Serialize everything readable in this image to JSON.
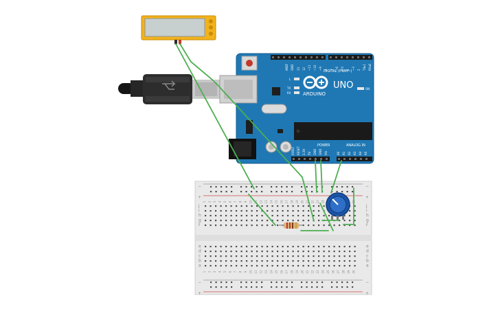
{
  "board": {
    "brand": "ARDUINO",
    "model": "UNO",
    "digital_label": "DIGITAL (PWM~)",
    "power_label": "POWER",
    "analog_label": "ANALOG IN",
    "on_label": "ON",
    "l_label": "L",
    "tx_label": "TX",
    "rx_label": "RX",
    "aref_label": "AREF",
    "gnd_label": "GND",
    "digital_pins": [
      "13",
      "12",
      "~11",
      "~10",
      "~9",
      "8",
      "7",
      "~6",
      "~5",
      "4",
      "~3",
      "2",
      "TX▸1",
      "RX◂0"
    ],
    "power_pins": [
      "IOREF",
      "RESET",
      "3.3V",
      "5V",
      "GND",
      "GND",
      "Vin"
    ],
    "analog_pins": [
      "A0",
      "A1",
      "A2",
      "A3",
      "A4",
      "A5"
    ]
  },
  "breadboard": {
    "rail_minus": "−",
    "rail_plus": "+",
    "rows_top": [
      "j",
      "i",
      "h",
      "g",
      "f"
    ],
    "rows_bottom": [
      "e",
      "d",
      "c",
      "b",
      "a"
    ],
    "column_numbers": [
      "1",
      "2",
      "3",
      "4",
      "5",
      "6",
      "7",
      "8",
      "9",
      "10",
      "11",
      "12",
      "13",
      "14",
      "15",
      "16",
      "17",
      "18",
      "19",
      "20",
      "21",
      "22",
      "23",
      "24",
      "25",
      "26",
      "27",
      "28",
      "29",
      "30"
    ]
  },
  "colors": {
    "board": "#1f78b4",
    "wire": "#4caf50",
    "lcd_frame": "#f2b21b",
    "breadboard": "#e9e9e9",
    "pot": "#1b55a8"
  }
}
